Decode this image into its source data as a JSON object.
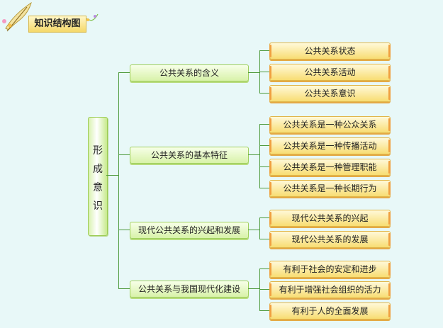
{
  "title": "知识结构图",
  "root": "形成意识",
  "branches": [
    {
      "label": "公共关系的含义",
      "children": [
        "公共关系状态",
        "公共关系活动",
        "公共关系意识"
      ]
    },
    {
      "label": "公共关系的基本特征",
      "children": [
        "公共关系是一种公众关系",
        "公共关系是一种传播活动",
        "公共关系是一种管理职能",
        "公共关系是一种长期行为"
      ]
    },
    {
      "label": "现代公共关系的兴起和发展",
      "children": [
        "现代公共关系的兴起",
        "现代公共关系的发展"
      ]
    },
    {
      "label": "公共关系与我国现代化建设",
      "children": [
        "有利于社会的安定和进步",
        "有利于增强社会组织的活力",
        "有利于人的全面发展"
      ]
    }
  ],
  "colors": {
    "background": "#e8f8f8",
    "line": "#4e9a3c",
    "branch_fill": "#d8f2a9",
    "leaf_fill": "#f8dd73"
  },
  "decoration_icons": [
    "quill-pen-icon",
    "flower-vine-icon"
  ]
}
